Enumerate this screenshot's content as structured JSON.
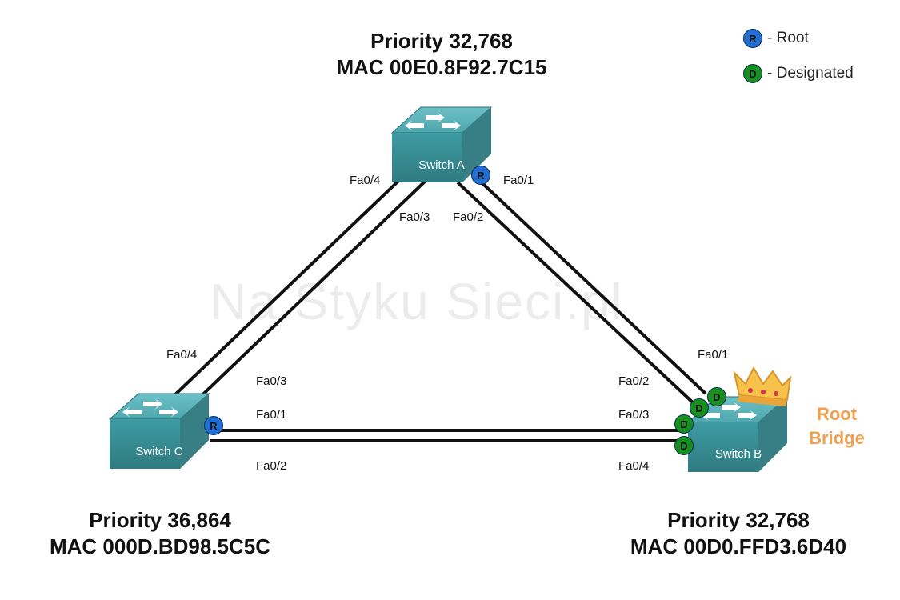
{
  "switches": {
    "a": {
      "name": "Switch A",
      "priority": "Priority 32,768",
      "mac": "MAC 00E0.8F92.7C15"
    },
    "b": {
      "name": "Switch B",
      "priority": "Priority 32,768",
      "mac": "MAC 00D0.FFD3.6D40"
    },
    "c": {
      "name": "Switch C",
      "priority": "Priority 36,864",
      "mac": "MAC 000D.BD98.5C5C"
    }
  },
  "ports": {
    "a_fa04": "Fa0/4",
    "a_fa03": "Fa0/3",
    "a_fa01": "Fa0/1",
    "a_fa02": "Fa0/2",
    "c_fa04": "Fa0/4",
    "c_fa03": "Fa0/3",
    "c_fa01": "Fa0/1",
    "c_fa02": "Fa0/2",
    "b_fa01": "Fa0/1",
    "b_fa02": "Fa0/2",
    "b_fa03": "Fa0/3",
    "b_fa04": "Fa0/4"
  },
  "legend": {
    "root": {
      "letter": "R",
      "label": "- Root",
      "color": "#1f6fd6"
    },
    "designated": {
      "letter": "D",
      "label": "- Designated",
      "color": "#16901e"
    }
  },
  "badges": {
    "root": "R",
    "designated": "D"
  },
  "root_bridge": {
    "line1": "Root",
    "line2": "Bridge",
    "color": "#f0a050"
  },
  "watermark": "Na Styku Sieci.pl",
  "colors": {
    "switch_top": "#5fb3b9",
    "switch_side": "#3f8f96",
    "link": "#111111"
  }
}
